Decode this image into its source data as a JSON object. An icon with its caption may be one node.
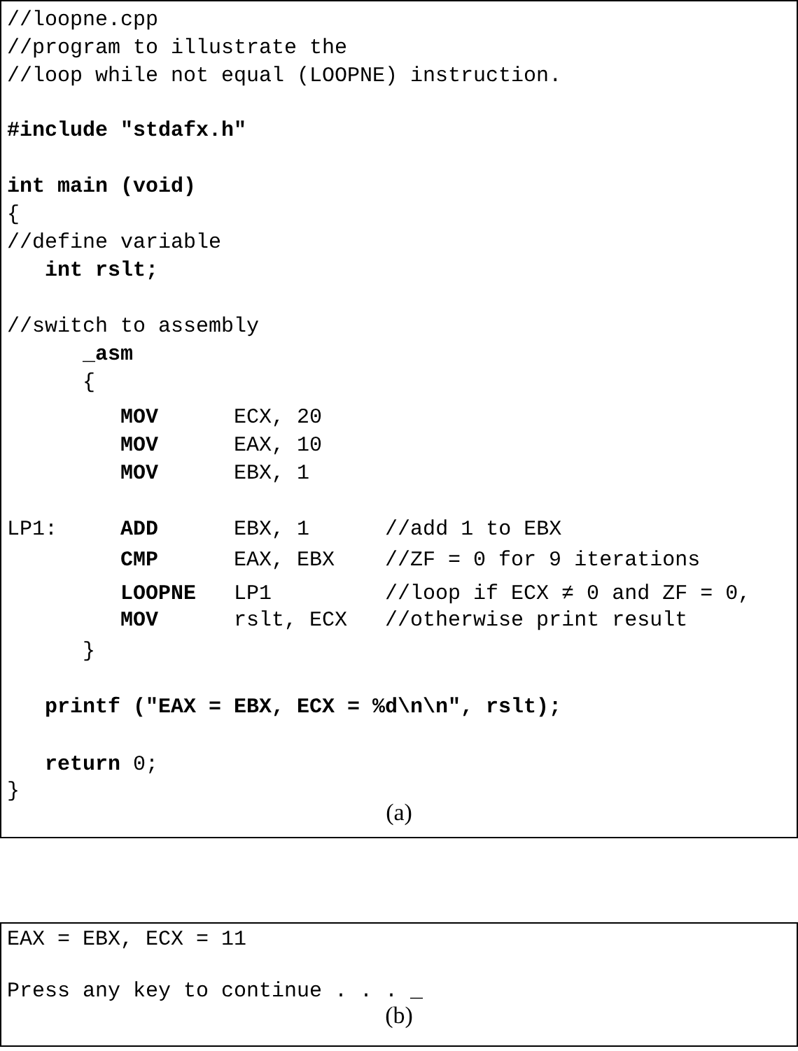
{
  "diagram": {
    "nodes": [
      {
        "text": [
          "//loopne.cpp",
          "//program to illustrate the",
          "//loop while not equal (LOOPNE) instruction.",
          "#include \"stdafx.h\"",
          "int main (void)",
          "{",
          "//define variable",
          "int rslt;",
          "//switch to assembly",
          "_asm",
          "{",
          "**MOV**      ECX, 20",
          "**MOV**      EAX, 10",
          "**MOV**      EBX, 1",
          "LP1:     **ADD**      EBX, 1      //add 1 to EBX",
          "**CMP**      EAX, EBX    //ZF = 0 for 9 iterations",
          "**LOOPNE**   LP1         //loop if ECX ≠ 0 and ZF = 0,",
          "**MOV**      rslt, ECX   //otherwise print result",
          "}",
          "printf (\"EAX = EBX, ECX = %d\\n\\n\", rslt);",
          "**return** 0;",
          "}",
          "(a)"
        ]
      },
      {
        "text": [
          "EAX = EBX, ECX = 11",
          "Press any key to continue . . . _",
          "(b)"
        ]
      }
    ]
  }
}
